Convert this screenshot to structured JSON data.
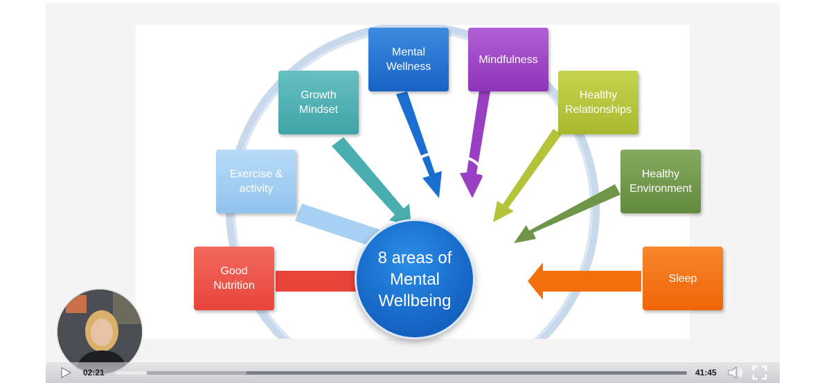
{
  "slide": {
    "center": "8 areas of\nMental\nWellbeing",
    "boxes": [
      {
        "key": "good-nutrition",
        "label": "Good\nNutrition",
        "color": "#e8443a"
      },
      {
        "key": "exercise",
        "label": "Exercise &\nactivity",
        "color": "#9ccaf0"
      },
      {
        "key": "growth-mindset",
        "label": "Growth\nMindset",
        "color": "#4aaeb0"
      },
      {
        "key": "mental-wellness",
        "label": "Mental\nWellness",
        "color": "#1a6fd1"
      },
      {
        "key": "mindfulness",
        "label": "Mindfulness",
        "color": "#9a3ec4"
      },
      {
        "key": "healthy-relationships",
        "label": "Healthy\nRelationships",
        "color": "#b4c33a"
      },
      {
        "key": "healthy-environment",
        "label": "Healthy\nEnvironment",
        "color": "#6e9548"
      },
      {
        "key": "sleep",
        "label": "Sleep",
        "color": "#f36f0e"
      }
    ]
  },
  "player": {
    "current_time": "02:21",
    "duration": "41:45",
    "progress": 0.056,
    "buffered": 0.23,
    "icons": {
      "play": "play-icon",
      "volume": "volume-icon",
      "fullscreen": "fullscreen-icon"
    }
  }
}
